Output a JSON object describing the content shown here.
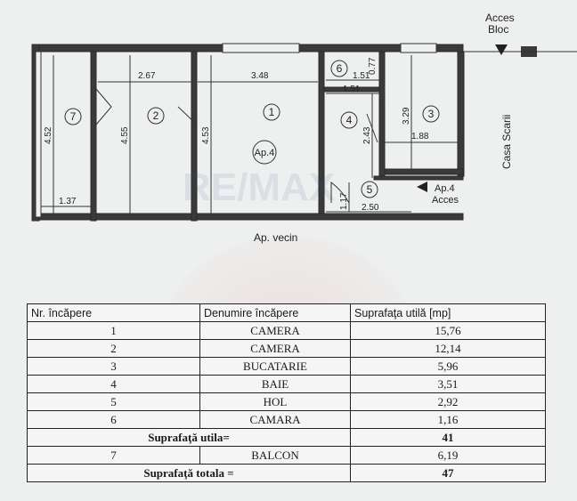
{
  "plan": {
    "acces_bloc": [
      "Acces",
      "Bloc"
    ],
    "casa_scarii": "Casa Scarii",
    "ap_vecin": "Ap. vecin",
    "ap4_center": "Ap.4",
    "ap4_acces": [
      "Ap.4",
      "Acces"
    ],
    "watermark": "RE/MAX",
    "rooms": [
      "1",
      "2",
      "3",
      "4",
      "5",
      "6",
      "7"
    ],
    "dims": {
      "d267": "2.67",
      "d348": "3.48",
      "d151a": "1.51",
      "d151b": "1.51",
      "d077": "0.77",
      "d452": "4.52",
      "d455": "4.55",
      "d453": "4.53",
      "d243": "2.43",
      "d329": "3.29",
      "d188": "1.88",
      "d137": "1.37",
      "d117": "1.17",
      "d250": "2.50"
    }
  },
  "table": {
    "headers": [
      "Nr. încăpere",
      "Denumire încăpere",
      "Suprafaţa utilă [mp]"
    ],
    "rows": [
      {
        "nr": "1",
        "name": "CAMERA",
        "area": "15,76"
      },
      {
        "nr": "2",
        "name": "CAMERA",
        "area": "12,14"
      },
      {
        "nr": "3",
        "name": "BUCATARIE",
        "area": "5,96"
      },
      {
        "nr": "4",
        "name": "BAIE",
        "area": "3,51"
      },
      {
        "nr": "5",
        "name": "HOL",
        "area": "2,92"
      },
      {
        "nr": "6",
        "name": "CAMARA",
        "area": "1,16"
      }
    ],
    "subtotal_label": "Suprafaţă utila=",
    "subtotal_value": "41",
    "balcon": {
      "nr": "7",
      "name": "BALCON",
      "area": "6,19"
    },
    "total_label": "Suprafaţă totala =",
    "total_value": "47"
  }
}
